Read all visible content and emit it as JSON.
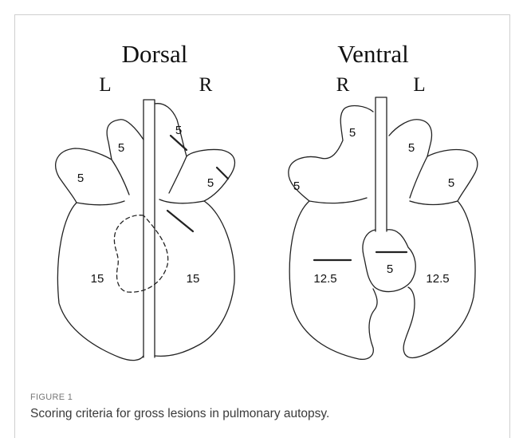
{
  "figure": {
    "label": "FIGURE 1",
    "caption": "Scoring criteria for gross lesions in pulmonary autopsy."
  },
  "dorsal": {
    "title": "Dorsal",
    "left_side": "L",
    "right_side": "R",
    "left_upper_lobe": "5",
    "left_middle_lobe": "5",
    "left_lower_lobe": "15",
    "right_upper_lobe": "5",
    "right_middle_lobe": "5",
    "right_lower_lobe": "15"
  },
  "ventral": {
    "title": "Ventral",
    "left_side": "R",
    "right_side": "L",
    "right_upper_lobe": "5",
    "right_middle_lobe": "5",
    "right_lower_lobe": "12.5",
    "accessory_lobe": "5",
    "left_upper_lobe": "5",
    "left_middle_lobe": "5",
    "left_lower_lobe": "12.5"
  }
}
